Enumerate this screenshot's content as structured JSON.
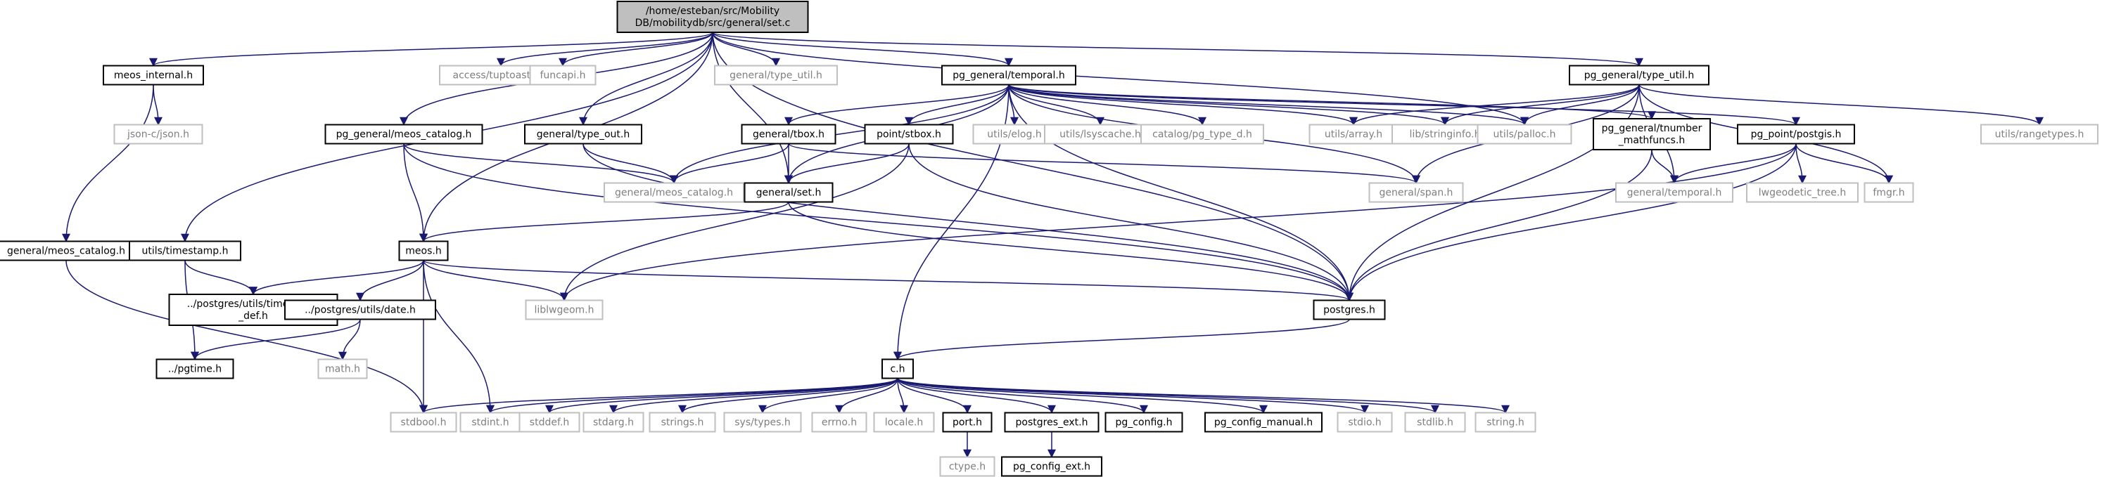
{
  "colors": {
    "root_fill": "#bfbfbf",
    "root_stroke": "#000000",
    "local_fill": "#ffffff",
    "local_stroke": "#000000",
    "external_stroke": "#bfbfbf",
    "external_text": "#7f7f7f",
    "edge": "#191970",
    "text": "#000000"
  },
  "nodes": [
    {
      "id": "root",
      "lines": [
        "/home/esteban/src/Mobility",
        "DB/mobilitydb/src/general/set.c"
      ],
      "kind": "root"
    },
    {
      "id": "meos_internal",
      "lines": [
        "meos_internal.h"
      ],
      "kind": "local"
    },
    {
      "id": "access_tuptoaster",
      "lines": [
        "access/tuptoaster.h"
      ],
      "kind": "external"
    },
    {
      "id": "funcapi",
      "lines": [
        "funcapi.h"
      ],
      "kind": "external"
    },
    {
      "id": "general_type_util",
      "lines": [
        "general/type_util.h"
      ],
      "kind": "external"
    },
    {
      "id": "pg_temporal",
      "lines": [
        "pg_general/temporal.h"
      ],
      "kind": "local"
    },
    {
      "id": "pg_type_util",
      "lines": [
        "pg_general/type_util.h"
      ],
      "kind": "local"
    },
    {
      "id": "json_c",
      "lines": [
        "json-c/json.h"
      ],
      "kind": "external"
    },
    {
      "id": "pg_meos_catalog",
      "lines": [
        "pg_general/meos_catalog.h"
      ],
      "kind": "local"
    },
    {
      "id": "type_out",
      "lines": [
        "general/type_out.h"
      ],
      "kind": "local"
    },
    {
      "id": "tbox",
      "lines": [
        "general/tbox.h"
      ],
      "kind": "local"
    },
    {
      "id": "stbox",
      "lines": [
        "point/stbox.h"
      ],
      "kind": "local"
    },
    {
      "id": "elog",
      "lines": [
        "utils/elog.h"
      ],
      "kind": "external"
    },
    {
      "id": "lsyscache",
      "lines": [
        "utils/lsyscache.h"
      ],
      "kind": "external"
    },
    {
      "id": "pg_type_d",
      "lines": [
        "catalog/pg_type_d.h"
      ],
      "kind": "external"
    },
    {
      "id": "array",
      "lines": [
        "utils/array.h"
      ],
      "kind": "external"
    },
    {
      "id": "stringinfo",
      "lines": [
        "lib/stringinfo.h"
      ],
      "kind": "external"
    },
    {
      "id": "palloc",
      "lines": [
        "utils/palloc.h"
      ],
      "kind": "external"
    },
    {
      "id": "tnumber_mathfuncs",
      "lines": [
        "pg_general/tnumber",
        "_mathfuncs.h"
      ],
      "kind": "local"
    },
    {
      "id": "postgis",
      "lines": [
        "pg_point/postgis.h"
      ],
      "kind": "local"
    },
    {
      "id": "rangetypes",
      "lines": [
        "utils/rangetypes.h"
      ],
      "kind": "external"
    },
    {
      "id": "general_meos_catalog",
      "lines": [
        "general/meos_catalog.h"
      ],
      "kind": "external"
    },
    {
      "id": "general_set",
      "lines": [
        "general/set.h"
      ],
      "kind": "local"
    },
    {
      "id": "span",
      "lines": [
        "general/span.h"
      ],
      "kind": "external"
    },
    {
      "id": "general_temporal",
      "lines": [
        "general/temporal.h"
      ],
      "kind": "external"
    },
    {
      "id": "lwgeodetic_tree",
      "lines": [
        "lwgeodetic_tree.h"
      ],
      "kind": "external"
    },
    {
      "id": "fmgr",
      "lines": [
        "fmgr.h"
      ],
      "kind": "external"
    },
    {
      "id": "meos_catalog_left",
      "lines": [
        "general/meos_catalog.h"
      ],
      "kind": "local"
    },
    {
      "id": "timestamp",
      "lines": [
        "utils/timestamp.h"
      ],
      "kind": "local"
    },
    {
      "id": "meos",
      "lines": [
        "meos.h"
      ],
      "kind": "local"
    },
    {
      "id": "timestamp_def",
      "lines": [
        "../postgres/utils/timestamp",
        "_def.h"
      ],
      "kind": "local"
    },
    {
      "id": "date",
      "lines": [
        "../postgres/utils/date.h"
      ],
      "kind": "local"
    },
    {
      "id": "liblwgeom",
      "lines": [
        "liblwgeom.h"
      ],
      "kind": "external"
    },
    {
      "id": "postgres",
      "lines": [
        "postgres.h"
      ],
      "kind": "local"
    },
    {
      "id": "math",
      "lines": [
        "math.h"
      ],
      "kind": "external"
    },
    {
      "id": "pgtime",
      "lines": [
        "../pgtime.h"
      ],
      "kind": "local"
    },
    {
      "id": "c",
      "lines": [
        "c.h"
      ],
      "kind": "local"
    },
    {
      "id": "stdbool",
      "lines": [
        "stdbool.h"
      ],
      "kind": "external"
    },
    {
      "id": "stdint",
      "lines": [
        "stdint.h"
      ],
      "kind": "external"
    },
    {
      "id": "stddef",
      "lines": [
        "stddef.h"
      ],
      "kind": "external"
    },
    {
      "id": "stdarg",
      "lines": [
        "stdarg.h"
      ],
      "kind": "external"
    },
    {
      "id": "strings",
      "lines": [
        "strings.h"
      ],
      "kind": "external"
    },
    {
      "id": "sys_types",
      "lines": [
        "sys/types.h"
      ],
      "kind": "external"
    },
    {
      "id": "errno",
      "lines": [
        "errno.h"
      ],
      "kind": "external"
    },
    {
      "id": "locale",
      "lines": [
        "locale.h"
      ],
      "kind": "external"
    },
    {
      "id": "port",
      "lines": [
        "port.h"
      ],
      "kind": "local"
    },
    {
      "id": "postgres_ext",
      "lines": [
        "postgres_ext.h"
      ],
      "kind": "local"
    },
    {
      "id": "pg_config",
      "lines": [
        "pg_config.h"
      ],
      "kind": "local"
    },
    {
      "id": "pg_config_manual",
      "lines": [
        "pg_config_manual.h"
      ],
      "kind": "local"
    },
    {
      "id": "stdio",
      "lines": [
        "stdio.h"
      ],
      "kind": "external"
    },
    {
      "id": "stdlib",
      "lines": [
        "stdlib.h"
      ],
      "kind": "external"
    },
    {
      "id": "string",
      "lines": [
        "string.h"
      ],
      "kind": "external"
    },
    {
      "id": "ctype",
      "lines": [
        "ctype.h"
      ],
      "kind": "external"
    },
    {
      "id": "pg_config_ext",
      "lines": [
        "pg_config_ext.h"
      ],
      "kind": "local"
    }
  ],
  "edges": [
    [
      "root",
      "meos_internal"
    ],
    [
      "root",
      "access_tuptoaster"
    ],
    [
      "root",
      "funcapi"
    ],
    [
      "root",
      "general_type_util"
    ],
    [
      "root",
      "pg_temporal"
    ],
    [
      "root",
      "pg_type_util"
    ],
    [
      "root",
      "pg_meos_catalog"
    ],
    [
      "root",
      "type_out"
    ],
    [
      "root",
      "general_set"
    ],
    [
      "root",
      "meos"
    ],
    [
      "root",
      "timestamp"
    ],
    [
      "root",
      "palloc"
    ],
    [
      "root",
      "postgres"
    ],
    [
      "meos_internal",
      "json_c"
    ],
    [
      "meos_internal",
      "meos_catalog_left"
    ],
    [
      "pg_temporal",
      "tbox"
    ],
    [
      "pg_temporal",
      "stbox"
    ],
    [
      "pg_temporal",
      "elog"
    ],
    [
      "pg_temporal",
      "lsyscache"
    ],
    [
      "pg_temporal",
      "pg_type_d"
    ],
    [
      "pg_temporal",
      "array"
    ],
    [
      "pg_temporal",
      "stringinfo"
    ],
    [
      "pg_temporal",
      "palloc"
    ],
    [
      "pg_temporal",
      "tnumber_mathfuncs"
    ],
    [
      "pg_temporal",
      "postgis"
    ],
    [
      "pg_temporal",
      "general_meos_catalog"
    ],
    [
      "pg_temporal",
      "general_set"
    ],
    [
      "pg_temporal",
      "span"
    ],
    [
      "pg_temporal",
      "c"
    ],
    [
      "pg_temporal",
      "postgres"
    ],
    [
      "pg_type_util",
      "array"
    ],
    [
      "pg_type_util",
      "stringinfo"
    ],
    [
      "pg_type_util",
      "palloc"
    ],
    [
      "pg_type_util",
      "rangetypes"
    ],
    [
      "pg_type_util",
      "span"
    ],
    [
      "pg_type_util",
      "general_temporal"
    ],
    [
      "pg_type_util",
      "fmgr"
    ],
    [
      "pg_type_util",
      "postgres"
    ],
    [
      "pg_meos_catalog",
      "general_meos_catalog"
    ],
    [
      "pg_meos_catalog",
      "meos"
    ],
    [
      "pg_meos_catalog",
      "postgres"
    ],
    [
      "type_out",
      "general_meos_catalog"
    ],
    [
      "type_out",
      "postgres"
    ],
    [
      "tbox",
      "general_meos_catalog"
    ],
    [
      "tbox",
      "general_set"
    ],
    [
      "tbox",
      "span"
    ],
    [
      "stbox",
      "general_set"
    ],
    [
      "stbox",
      "liblwgeom"
    ],
    [
      "stbox",
      "postgres"
    ],
    [
      "tnumber_mathfuncs",
      "general_temporal"
    ],
    [
      "tnumber_mathfuncs",
      "postgres"
    ],
    [
      "postgis",
      "general_temporal"
    ],
    [
      "postgis",
      "lwgeodetic_tree"
    ],
    [
      "postgis",
      "fmgr"
    ],
    [
      "postgis",
      "liblwgeom"
    ],
    [
      "postgis",
      "postgres"
    ],
    [
      "general_set",
      "meos"
    ],
    [
      "general_set",
      "postgres"
    ],
    [
      "meos_catalog_left",
      "stdbool"
    ],
    [
      "timestamp",
      "timestamp_def"
    ],
    [
      "timestamp",
      "pgtime"
    ],
    [
      "meos",
      "timestamp_def"
    ],
    [
      "meos",
      "date"
    ],
    [
      "meos",
      "liblwgeom"
    ],
    [
      "meos",
      "postgres"
    ],
    [
      "meos",
      "stdbool"
    ],
    [
      "meos",
      "stdint"
    ],
    [
      "date",
      "math"
    ],
    [
      "date",
      "pgtime"
    ],
    [
      "postgres",
      "c"
    ],
    [
      "c",
      "stdbool"
    ],
    [
      "c",
      "stdint"
    ],
    [
      "c",
      "stddef"
    ],
    [
      "c",
      "stdarg"
    ],
    [
      "c",
      "strings"
    ],
    [
      "c",
      "sys_types"
    ],
    [
      "c",
      "errno"
    ],
    [
      "c",
      "locale"
    ],
    [
      "c",
      "port"
    ],
    [
      "c",
      "postgres_ext"
    ],
    [
      "c",
      "pg_config"
    ],
    [
      "c",
      "pg_config_manual"
    ],
    [
      "c",
      "stdio"
    ],
    [
      "c",
      "stdlib"
    ],
    [
      "c",
      "string"
    ],
    [
      "port",
      "ctype"
    ],
    [
      "postgres_ext",
      "pg_config_ext"
    ]
  ]
}
